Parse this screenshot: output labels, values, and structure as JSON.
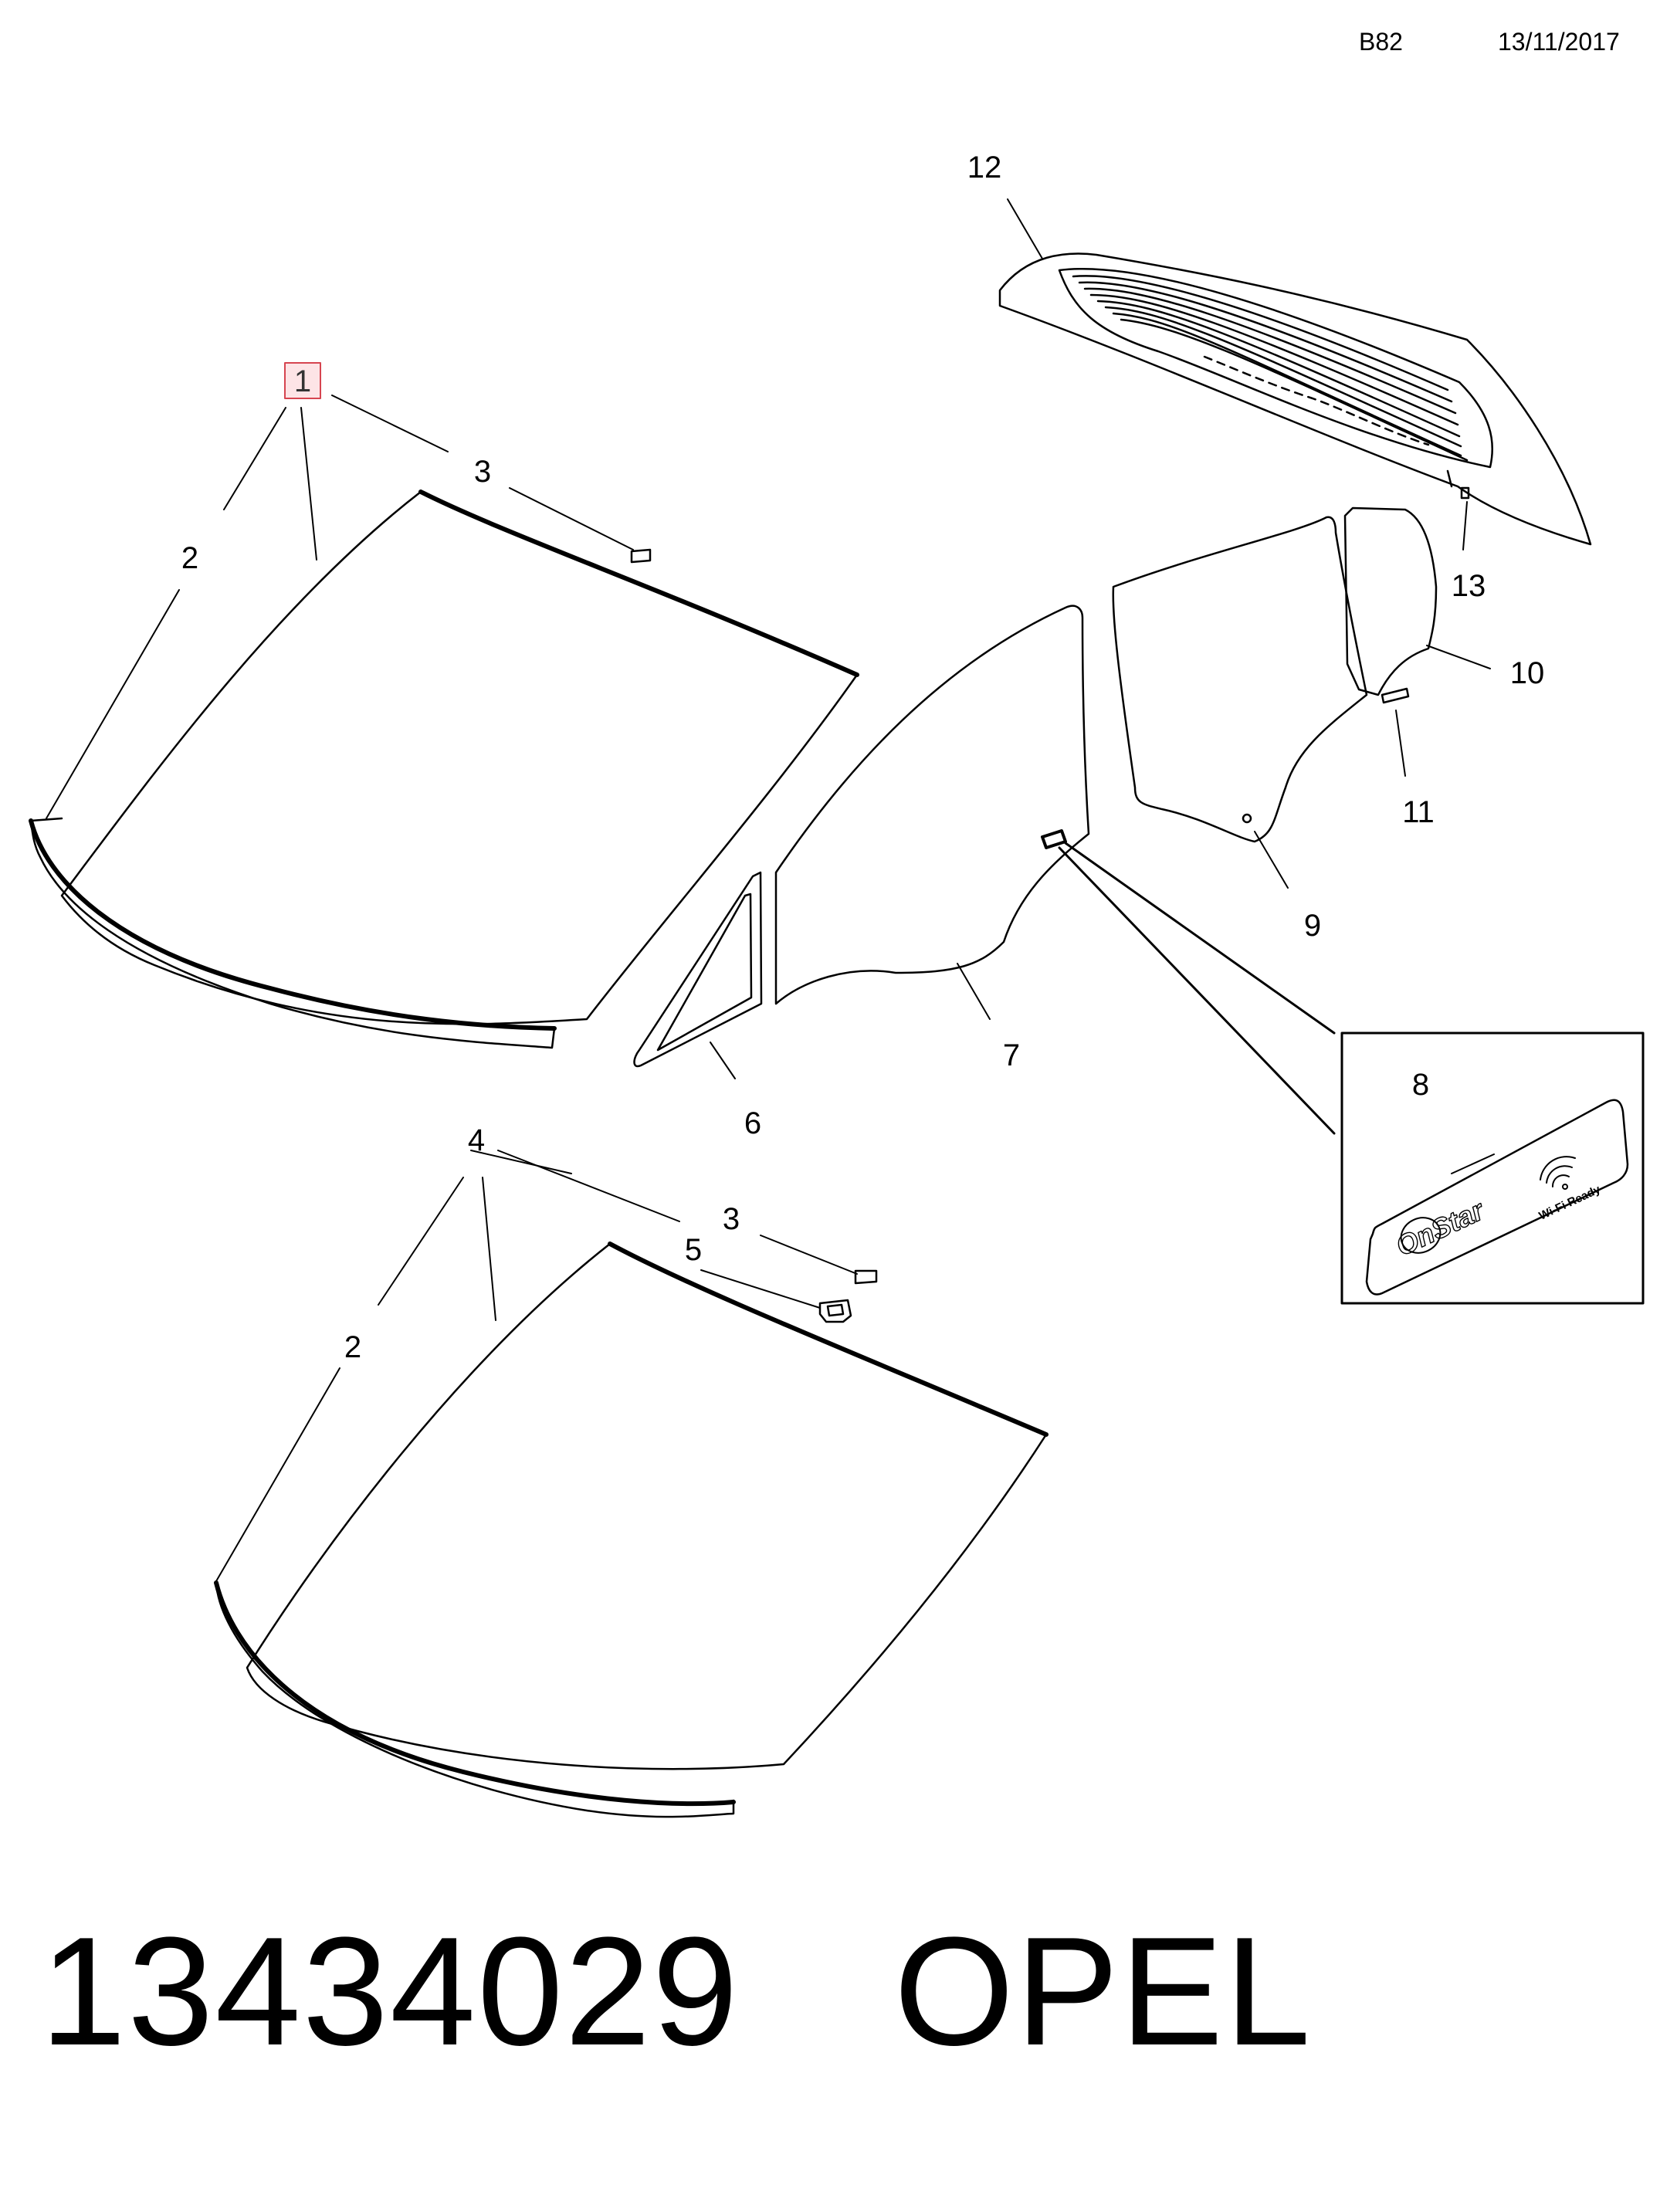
{
  "header": {
    "code": "B82",
    "date": "13/11/2017"
  },
  "callouts": {
    "c1": "1",
    "c2a": "2",
    "c3a": "3",
    "c4": "4",
    "c3b": "3",
    "c5": "5",
    "c2b": "2",
    "c6": "6",
    "c7": "7",
    "c8": "8",
    "c9": "9",
    "c10": "10",
    "c11": "11",
    "c12": "12",
    "c13": "13"
  },
  "inset": {
    "logo_text": "OnStar",
    "wifi_text": "Wi-Fi Ready"
  },
  "footer": {
    "part_number": "13434029",
    "brand": "OPEL"
  }
}
